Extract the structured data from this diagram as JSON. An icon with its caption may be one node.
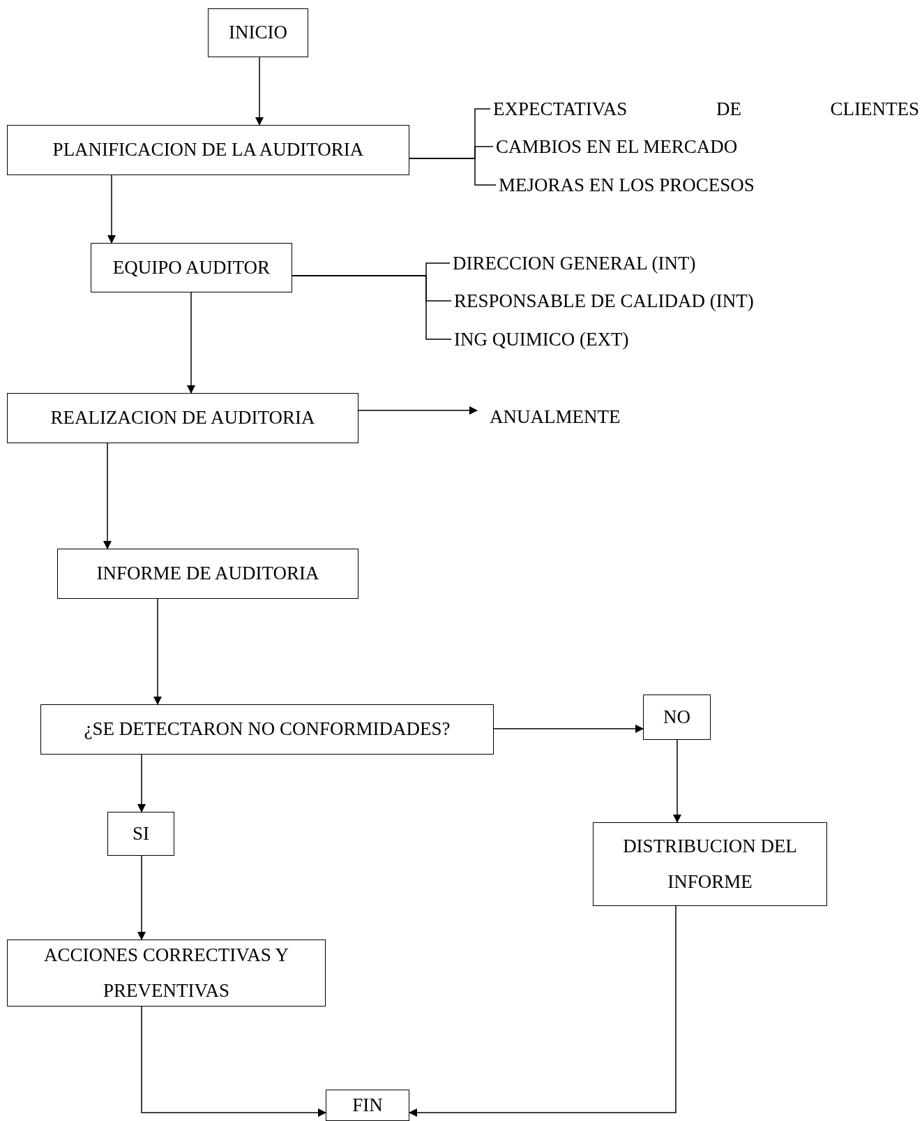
{
  "diagram": {
    "nodes": [
      {
        "text": [
          "INICIO"
        ]
      },
      {
        "text": [
          "PLANIFICACION DE LA AUDITORIA"
        ]
      },
      {
        "text": [
          "EXPECTATIVAS DE CLIENTES"
        ]
      },
      {
        "text": [
          "CAMBIOS EN EL MERCADO"
        ]
      },
      {
        "text": [
          "MEJORAS EN LOS PROCESOS"
        ]
      },
      {
        "text": [
          "EQUIPO AUDITOR"
        ]
      },
      {
        "text": [
          "DIRECCION GENERAL (INT)"
        ]
      },
      {
        "text": [
          "RESPONSABLE DE CALIDAD (INT)"
        ]
      },
      {
        "text": [
          "ING QUIMICO (EXT)"
        ]
      },
      {
        "text": [
          "REALIZACION DE AUDITORIA"
        ]
      },
      {
        "text": [
          "ANUALMENTE"
        ]
      },
      {
        "text": [
          "INFORME DE AUDITORIA"
        ]
      },
      {
        "text": [
          "¿SE DETECTARON NO CONFORMIDADES?"
        ]
      },
      {
        "text": [
          "NO"
        ]
      },
      {
        "text": [
          "SI"
        ]
      },
      {
        "text": [
          "DISTRIBUCION DEL INFORME"
        ]
      },
      {
        "text": [
          "ACCIONES CORRECTIVAS Y PREVENTIVAS"
        ]
      },
      {
        "text": [
          "FIN"
        ]
      }
    ],
    "edges": [
      {
        "from": 0,
        "to": 1,
        "arrow": "to"
      },
      {
        "from": 1,
        "to": 2,
        "arrow": "none"
      },
      {
        "from": 1,
        "to": 3,
        "arrow": "none"
      },
      {
        "from": 1,
        "to": 4,
        "arrow": "none"
      },
      {
        "from": 1,
        "to": 5,
        "arrow": "to"
      },
      {
        "from": 5,
        "to": 6,
        "arrow": "none"
      },
      {
        "from": 5,
        "to": 7,
        "arrow": "none"
      },
      {
        "from": 5,
        "to": 8,
        "arrow": "none"
      },
      {
        "from": 5,
        "to": 9,
        "arrow": "to"
      },
      {
        "from": 9,
        "to": 10,
        "arrow": "to"
      },
      {
        "from": 9,
        "to": 11,
        "arrow": "to"
      },
      {
        "from": 11,
        "to": 12,
        "arrow": "to"
      },
      {
        "from": 12,
        "to": 13,
        "arrow": "to"
      },
      {
        "from": 12,
        "to": 14,
        "arrow": "to"
      },
      {
        "from": 13,
        "to": 15,
        "arrow": "to"
      },
      {
        "from": 14,
        "to": 16,
        "arrow": "to"
      },
      {
        "from": 16,
        "to": 17,
        "arrow": "to"
      },
      {
        "from": 15,
        "to": 17,
        "arrow": "to"
      }
    ]
  }
}
